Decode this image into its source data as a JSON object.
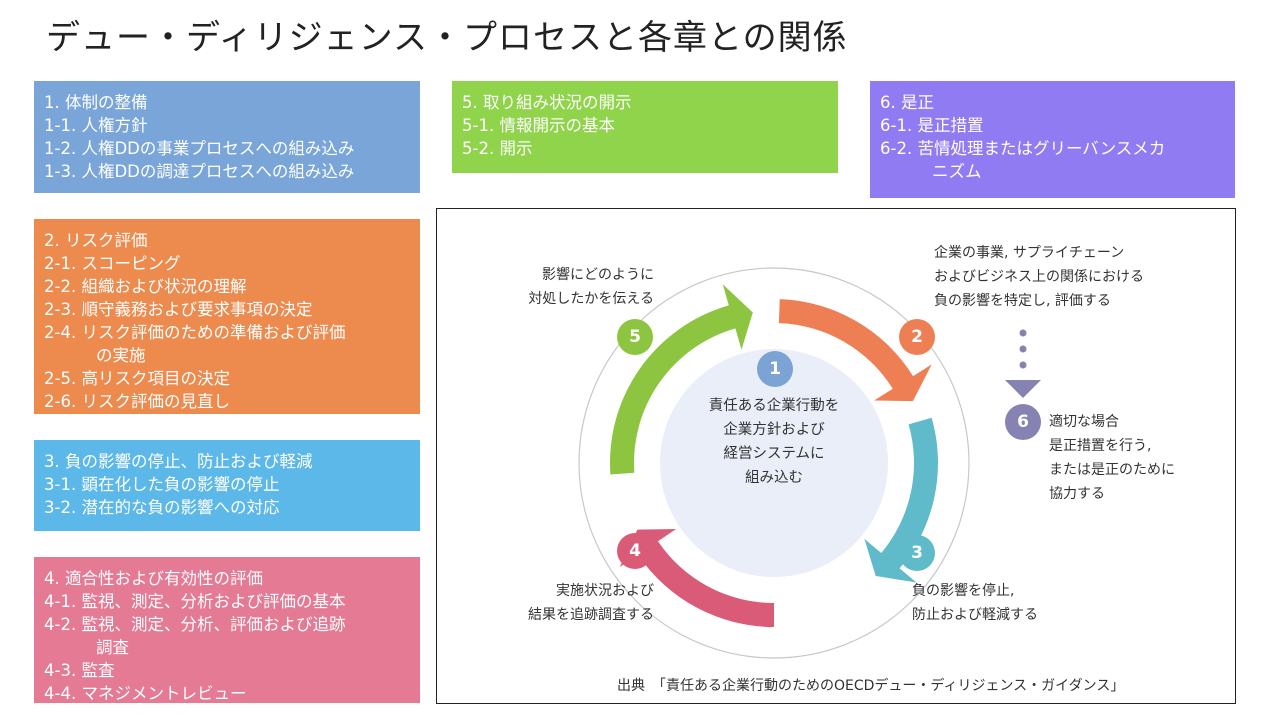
{
  "title": "デュー・ディリジェンス・プロセスと各章との関係",
  "colors": {
    "chapter1": "#7aa5d9",
    "chapter2": "#ed8a4e",
    "chapter3": "#5cb8e8",
    "chapter4": "#e47a94",
    "chapter5": "#8fd44b",
    "chapter6": "#917bf2",
    "step1": "#7ba3d4",
    "step2": "#ee7f54",
    "step3": "#5fbac9",
    "step4": "#d95b77",
    "step5": "#8dc540",
    "step6": "#8683b3"
  },
  "chapters": [
    {
      "lines": [
        "1. 体制の整備",
        "1-1. 人権方針",
        "1-2. 人権DDの事業プロセスへの組み込み",
        "1-3. 人権DDの調達プロセスへの組み込み"
      ]
    },
    {
      "lines": [
        "2. リスク評価",
        "2-1. スコーピング",
        "2-2. 組織および状況の理解",
        "2-3. 順守義務および要求事項の決定",
        "2-4. リスク評価のための準備および評価",
        "の実施",
        "2-5. 高リスク項目の決定",
        "2-6. リスク評価の見直し"
      ]
    },
    {
      "lines": [
        "3. 負の影響の停止、防止および軽減",
        "3-1. 顕在化した負の影響の停止",
        "3-2. 潜在的な負の影響への対応"
      ]
    },
    {
      "lines": [
        "4. 適合性および有効性の評価",
        "4-1. 監視、測定、分析および評価の基本",
        "4-2. 監視、測定、分析、評価および追跡",
        "調査",
        "4-3. 監査",
        "4-4. マネジメントレビュー"
      ]
    },
    {
      "lines": [
        "5. 取り組み状況の開示",
        "5-1. 情報開示の基本",
        "5-2. 開示"
      ]
    },
    {
      "lines": [
        "6. 是正",
        "6-1. 是正措置",
        "6-2. 苦情処理またはグリーバンスメカ",
        "ニズム"
      ]
    }
  ],
  "diagram": {
    "center": {
      "number": "1",
      "lines": [
        "責任ある企業行動を",
        "企業方針および",
        "経営システムに",
        "組み込む"
      ]
    },
    "steps": [
      {
        "number": "2",
        "lines": [
          "企業の事業, サプライチェーン",
          "およびビジネス上の関係における",
          "負の影響を特定し, 評価する"
        ]
      },
      {
        "number": "3",
        "lines": [
          "負の影響を停止,",
          "防止および軽減する"
        ]
      },
      {
        "number": "4",
        "lines": [
          "実施状況および",
          "結果を追跡調査する"
        ]
      },
      {
        "number": "5",
        "lines": [
          "影響にどのように",
          "対処したかを伝える"
        ]
      },
      {
        "number": "6",
        "lines": [
          "適切な場合",
          "是正措置を行う,",
          "または是正のために",
          "協力する"
        ]
      }
    ],
    "source": "出典　「責任ある企業行動のためのOECDデュー・ディリジェンス・ガイダンス」"
  }
}
